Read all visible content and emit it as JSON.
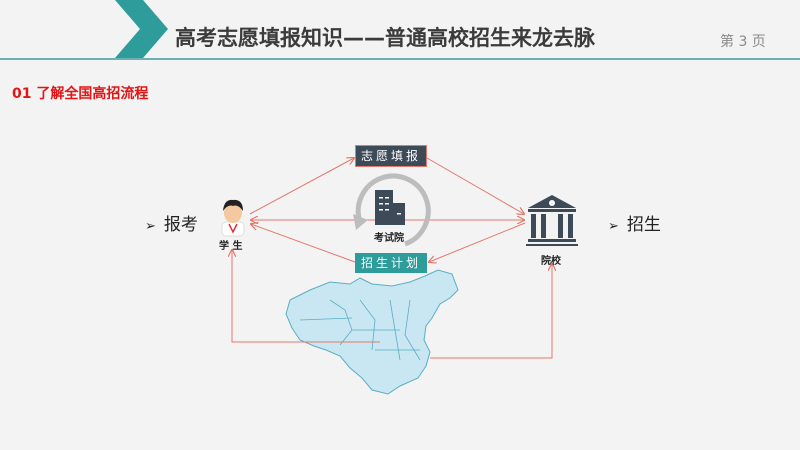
{
  "header": {
    "title": "高考志愿填报知识——普通高校招生来龙去脉",
    "page_label": "第 3 页",
    "accent_color": "#2e9c9a"
  },
  "section": {
    "title": "01 了解全国高招流程",
    "color": "#e31414"
  },
  "diagram": {
    "left_label": "报考",
    "right_label": "招生",
    "bullet": "➢",
    "student_label": "学 生",
    "school_label": "院校",
    "center_label": "考试院",
    "top_box": "志愿填报",
    "bottom_box": "招生计划",
    "arrow_color": "#e5776b",
    "map_icon": "china-map"
  }
}
